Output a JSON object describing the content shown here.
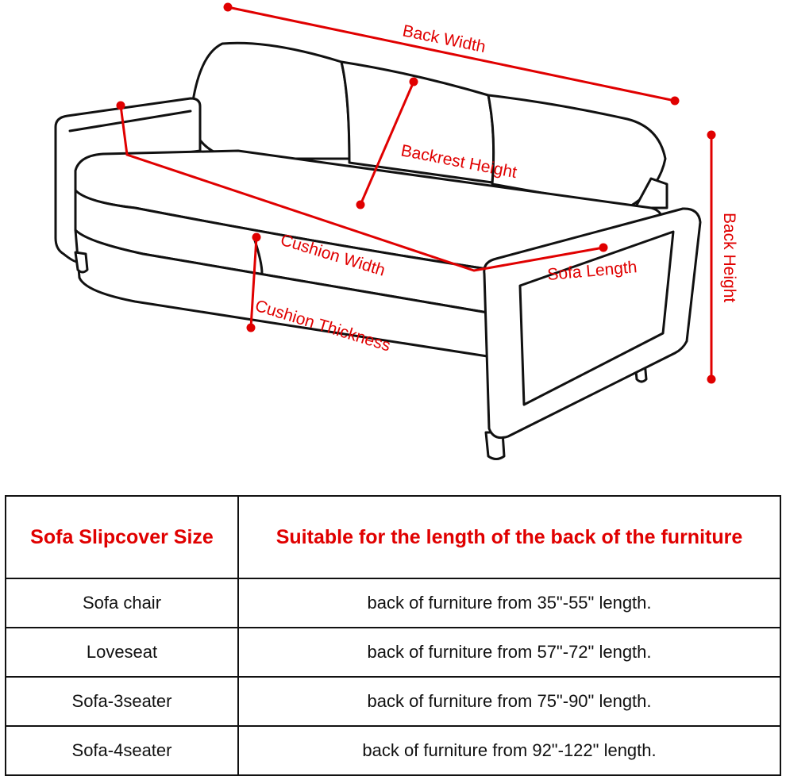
{
  "diagram": {
    "labels": {
      "back_width": "Back Width",
      "backrest_height": "Backrest Height",
      "back_height": "Back Height",
      "cushion_width": "Cushion Width",
      "sofa_length": "Sofa Length",
      "cushion_thickness": "Cushion Thickness"
    },
    "accent_color": "#e00000"
  },
  "table": {
    "headers": [
      "Sofa Slipcover Size",
      "Suitable for the length of the back of the furniture"
    ],
    "rows": [
      {
        "size": "Sofa chair",
        "range": "back of furniture from 35\"-55\" length."
      },
      {
        "size": "Loveseat",
        "range": "back of furniture from 57\"-72\" length."
      },
      {
        "size": "Sofa-3seater",
        "range": "back of furniture from 75\"-90\" length."
      },
      {
        "size": "Sofa-4seater",
        "range": "back of furniture from 92\"-122\" length."
      }
    ]
  }
}
